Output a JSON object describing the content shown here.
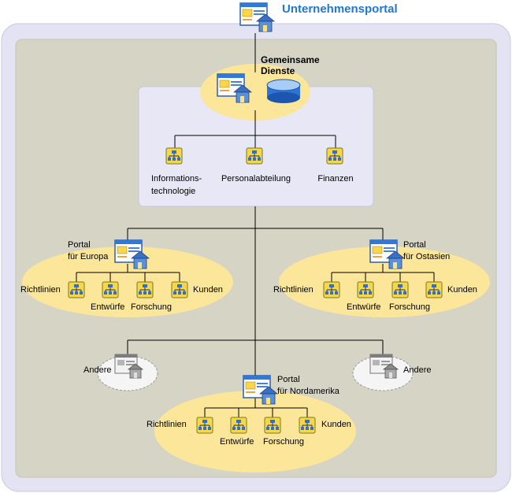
{
  "title": "Unternehmensportal",
  "shared": {
    "label_line1": "Gemeinsame",
    "label_line2": "Dienste",
    "departments": [
      "Informations-",
      "technologie",
      "Personalabteilung",
      "Finanzen"
    ]
  },
  "portals": {
    "europe": {
      "line1": "Portal",
      "line2": "für Europa"
    },
    "asia": {
      "line1": "Portal",
      "line2": "für Ostasien"
    },
    "america": {
      "line1": "Portal",
      "line2": "für Nordamerika"
    }
  },
  "sites": {
    "richtlinien": "Richtlinien",
    "entwuerfe": "Entwürfe",
    "forschung": "Forschung",
    "kunden": "Kunden"
  },
  "other": "Andere",
  "colors": {
    "outer_bg": "#e3e3f3",
    "inner_bg": "#d5d4c5",
    "ellipse": "#fbe69a",
    "shared_box": "#e7e7f5",
    "title": "#1f78d1",
    "connector": "#000000"
  },
  "icons": {
    "portal": "portal-window-house-icon",
    "database": "database-icon",
    "site": "site-hierarchy-icon",
    "other": "grey-portal-icon"
  }
}
